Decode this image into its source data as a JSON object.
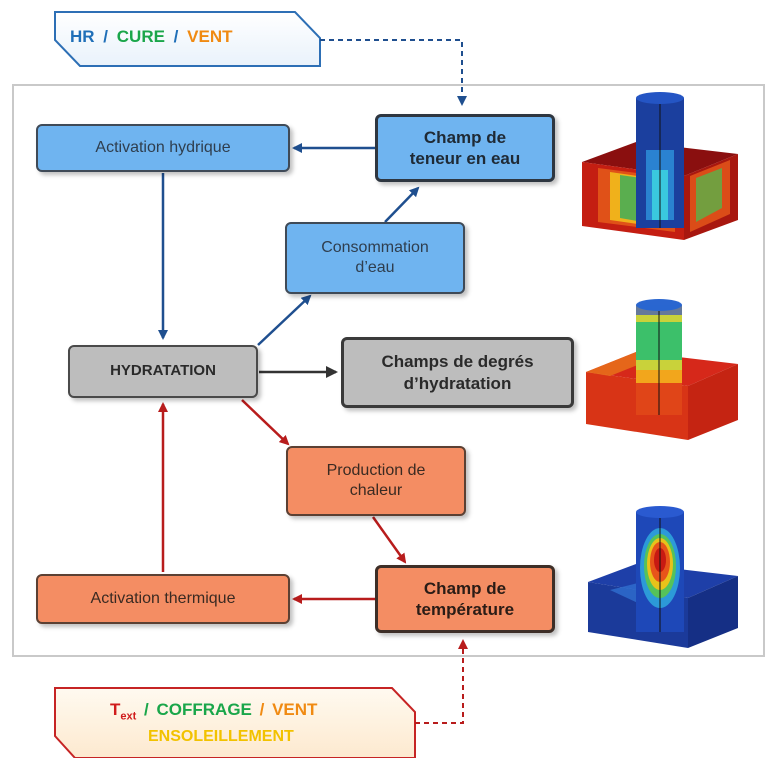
{
  "top_input": {
    "hr": "HR",
    "sep1": "/",
    "cure": "CURE",
    "sep2": "/",
    "vent": "VENT"
  },
  "bottom_input": {
    "t": "T",
    "t_sub": "ext",
    "sep1": "/",
    "coffrage": "COFFRAGE",
    "sep2": "/",
    "vent": "VENT",
    "ensoleillement": "ENSOLEILLEMENT"
  },
  "boxes": {
    "activation_hydrique": "Activation hydrique",
    "champ_teneur_line1": "Champ de",
    "champ_teneur_line2": "teneur en eau",
    "consommation_line1": "Consommation",
    "consommation_line2": "d’eau",
    "hydratation": "HYDRATATION",
    "champs_degres_line1": "Champs de degrés",
    "champs_degres_line2": "d’hydratation",
    "production_line1": "Production de",
    "production_line2": "chaleur",
    "activation_thermique": "Activation thermique",
    "champ_temp_line1": "Champ de",
    "champ_temp_line2": "température"
  },
  "colors": {
    "blue_box": "#6fb4f0",
    "grey_box": "#bdbdbd",
    "orange_box": "#f48d63",
    "blue_arrow": "#1f4f8f",
    "red_arrow": "#b81c1c",
    "dark_arrow": "#333333",
    "hr_blue": "#1f6fb8",
    "cure_green": "#1aa64a",
    "vent_orange": "#f08a12",
    "t_red": "#d01c1c",
    "ensoleillement_yellow": "#f2c200"
  },
  "icons": [
    "moisture-field-3d-render",
    "hydration-field-3d-render",
    "temperature-field-3d-render"
  ]
}
